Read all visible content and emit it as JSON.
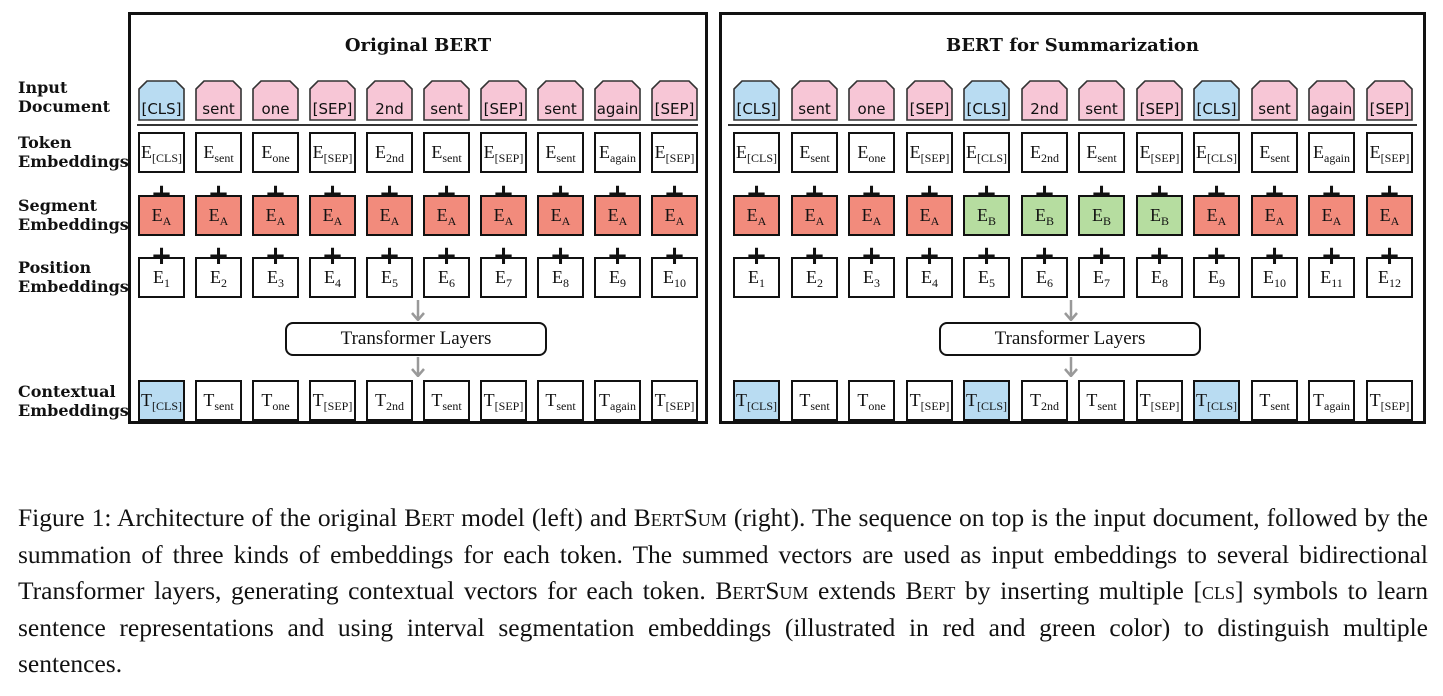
{
  "left": {
    "title": "Original BERT",
    "input": [
      {
        "text": "[CLS]",
        "kind": "cls"
      },
      {
        "text": "sent",
        "kind": "tok"
      },
      {
        "text": "one",
        "kind": "tok"
      },
      {
        "text": "[SEP]",
        "kind": "tok"
      },
      {
        "text": "2nd",
        "kind": "tok"
      },
      {
        "text": "sent",
        "kind": "tok"
      },
      {
        "text": "[SEP]",
        "kind": "tok"
      },
      {
        "text": "sent",
        "kind": "tok"
      },
      {
        "text": "again",
        "kind": "tok"
      },
      {
        "text": "[SEP]",
        "kind": "tok"
      }
    ],
    "token_subs": [
      "[CLS]",
      "sent",
      "one",
      "[SEP]",
      "2nd",
      "sent",
      "[SEP]",
      "sent",
      "again",
      "[SEP]"
    ],
    "segment_subs": [
      "A",
      "A",
      "A",
      "A",
      "A",
      "A",
      "A",
      "A",
      "A",
      "A"
    ],
    "position_subs": [
      "1",
      "2",
      "3",
      "4",
      "5",
      "6",
      "7",
      "8",
      "9",
      "10"
    ],
    "transformer": "Transformer Layers",
    "contextual_subs": [
      "[CLS]",
      "sent",
      "one",
      "[SEP]",
      "2nd",
      "sent",
      "[SEP]",
      "sent",
      "again",
      "[SEP]"
    ]
  },
  "right": {
    "title": "BERT for Summarization",
    "input": [
      {
        "text": "[CLS]",
        "kind": "cls"
      },
      {
        "text": "sent",
        "kind": "tok"
      },
      {
        "text": "one",
        "kind": "tok"
      },
      {
        "text": "[SEP]",
        "kind": "tok"
      },
      {
        "text": "[CLS]",
        "kind": "cls"
      },
      {
        "text": "2nd",
        "kind": "tok"
      },
      {
        "text": "sent",
        "kind": "tok"
      },
      {
        "text": "[SEP]",
        "kind": "tok"
      },
      {
        "text": "[CLS]",
        "kind": "cls"
      },
      {
        "text": "sent",
        "kind": "tok"
      },
      {
        "text": "again",
        "kind": "tok"
      },
      {
        "text": "[SEP]",
        "kind": "tok"
      }
    ],
    "token_subs": [
      "[CLS]",
      "sent",
      "one",
      "[SEP]",
      "[CLS]",
      "2nd",
      "sent",
      "[SEP]",
      "[CLS]",
      "sent",
      "again",
      "[SEP]"
    ],
    "segment_subs": [
      "A",
      "A",
      "A",
      "A",
      "B",
      "B",
      "B",
      "B",
      "A",
      "A",
      "A",
      "A"
    ],
    "position_subs": [
      "1",
      "2",
      "3",
      "4",
      "5",
      "6",
      "7",
      "8",
      "9",
      "10",
      "11",
      "12"
    ],
    "transformer": "Transformer Layers",
    "contextual_subs": [
      "[CLS]",
      "sent",
      "one",
      "[SEP]",
      "[CLS]",
      "2nd",
      "sent",
      "[SEP]",
      "[CLS]",
      "sent",
      "again",
      "[SEP]"
    ]
  },
  "row_labels": {
    "input_line1": "Input",
    "input_line2": "Document",
    "token_line1": "Token",
    "token_line2": "Embeddings",
    "segment_line1": "Segment",
    "segment_line2": "Embeddings",
    "position_line1": "Position",
    "position_line2": "Embeddings",
    "contextual_line1": "Contextual",
    "contextual_line2": "Embeddings"
  },
  "symbols": {
    "embedding_letter": "E",
    "contextual_letter": "T",
    "plus": "+"
  },
  "colors": {
    "cls_tag": "#b9dcf2",
    "token_tag": "#f7c6d6",
    "segment_a": "#f28b7c",
    "segment_b": "#b6dda0",
    "cls_output": "#b9dcf2",
    "arrow": "#999999"
  },
  "caption": {
    "p1": "Figure 1:  Architecture of the original ",
    "bert1": "Bert",
    "p2": " model (left) and ",
    "bertsum1": "BertSum",
    "p3": " (right). The sequence on top is the input document, followed by the summation of three kinds of embeddings for each token. The summed vectors are used as input embeddings to several bidirectional Transformer layers, generating contextual vectors for each token. ",
    "bertsum2": "BertSum",
    "p4": " extends ",
    "bert2": "Bert",
    "p5": " by inserting multiple ",
    "cls": "[cls]",
    "p6": " symbols to learn sentence representations and using interval segmentation embeddings (illustrated in red and green color) to distinguish multiple sentences."
  }
}
